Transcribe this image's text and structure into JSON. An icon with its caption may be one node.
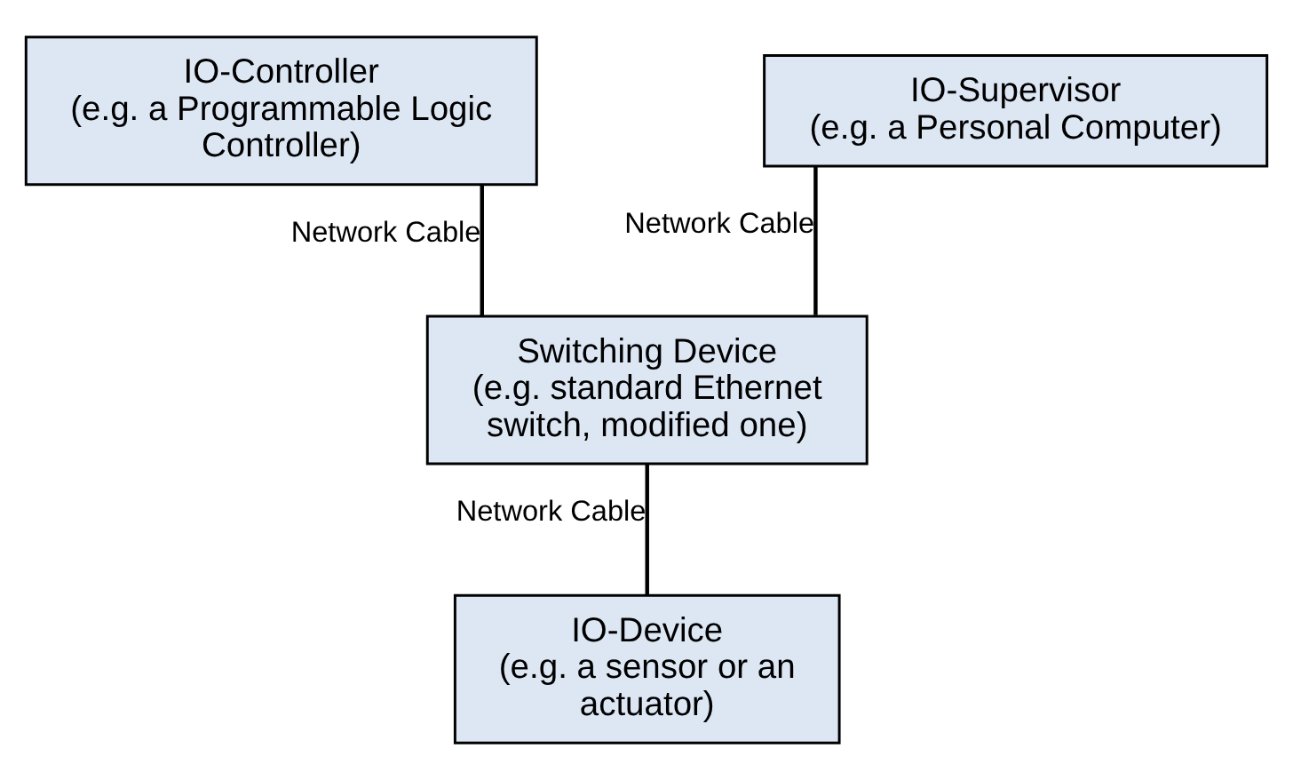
{
  "diagram": {
    "nodes": [
      {
        "text": [
          "IO-Controller",
          "(e.g. a Programmable Logic Controller)"
        ]
      },
      {
        "text": [
          "IO-Supervisor",
          "(e.g. a Personal Computer)"
        ]
      },
      {
        "text": [
          "Switching Device",
          "(e.g. standard Ethernet switch, modified one)"
        ]
      },
      {
        "text": [
          "IO-Device",
          "(e.g. a sensor or an actuator)"
        ]
      }
    ],
    "edges": [
      {
        "from": 0,
        "to": 2,
        "arrow": "none",
        "label": "Network Cable"
      },
      {
        "from": 1,
        "to": 2,
        "arrow": "none",
        "label": "Network Cable"
      },
      {
        "from": 2,
        "to": 3,
        "arrow": "none",
        "label": "Network Cable"
      }
    ]
  }
}
